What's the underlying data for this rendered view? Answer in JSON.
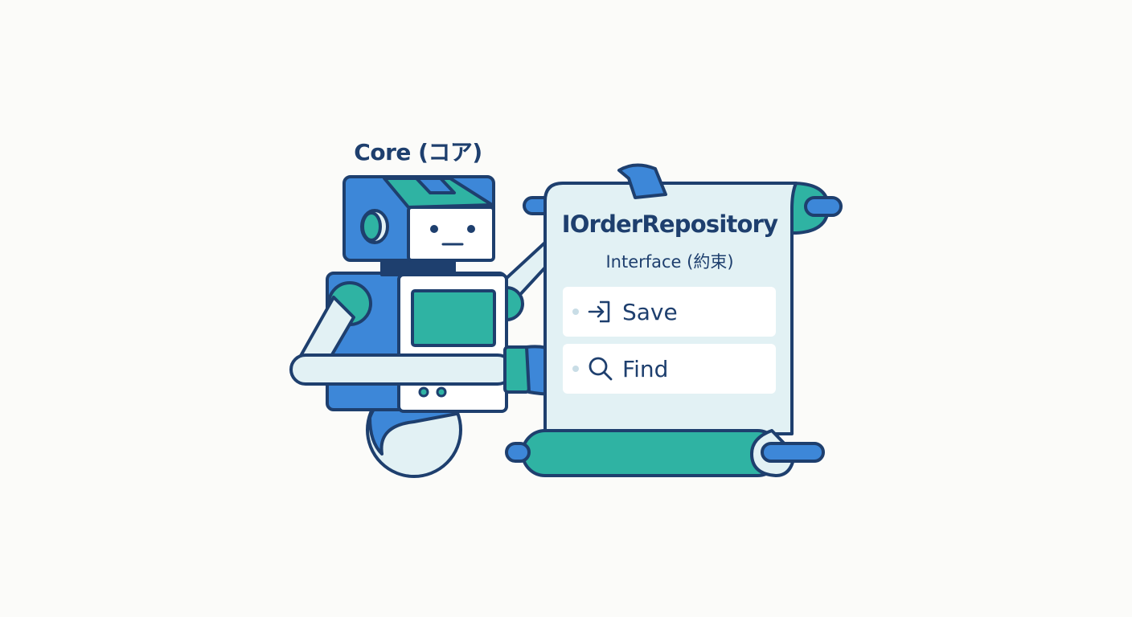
{
  "robot": {
    "label": "Core (コア)"
  },
  "scroll": {
    "title": "IOrderRepository",
    "subtitle": "Interface (約束)",
    "methods": [
      {
        "label": "Save",
        "icon": "sign-in-icon"
      },
      {
        "label": "Find",
        "icon": "search-icon"
      }
    ]
  },
  "colors": {
    "background": "#fbfbf9",
    "outline": "#1e3f6e",
    "blue": "#3d87d8",
    "teal": "#2fb3a3",
    "pale": "#e2f1f4",
    "white": "#ffffff"
  }
}
